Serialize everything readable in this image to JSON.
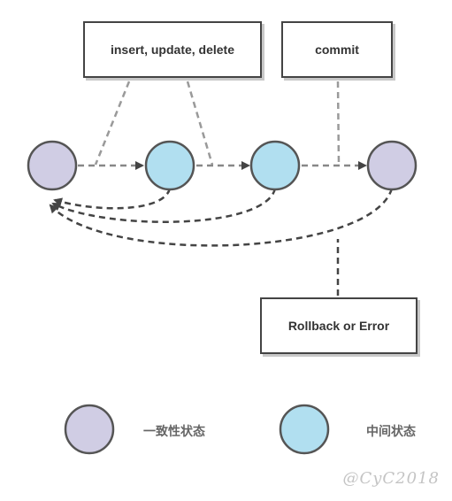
{
  "diagram": {
    "boxes": {
      "operations": "insert, update, delete",
      "commit": "commit",
      "rollback": "Rollback or Error"
    },
    "legend": {
      "consistent_state": "一致性状态",
      "intermediate_state": "中间状态"
    },
    "watermark": "@CyC2018"
  },
  "colors": {
    "consistent_state": "#d0cde4",
    "intermediate_state": "#b1dff0",
    "stroke": "#555555",
    "gray_dash": "#999999"
  }
}
